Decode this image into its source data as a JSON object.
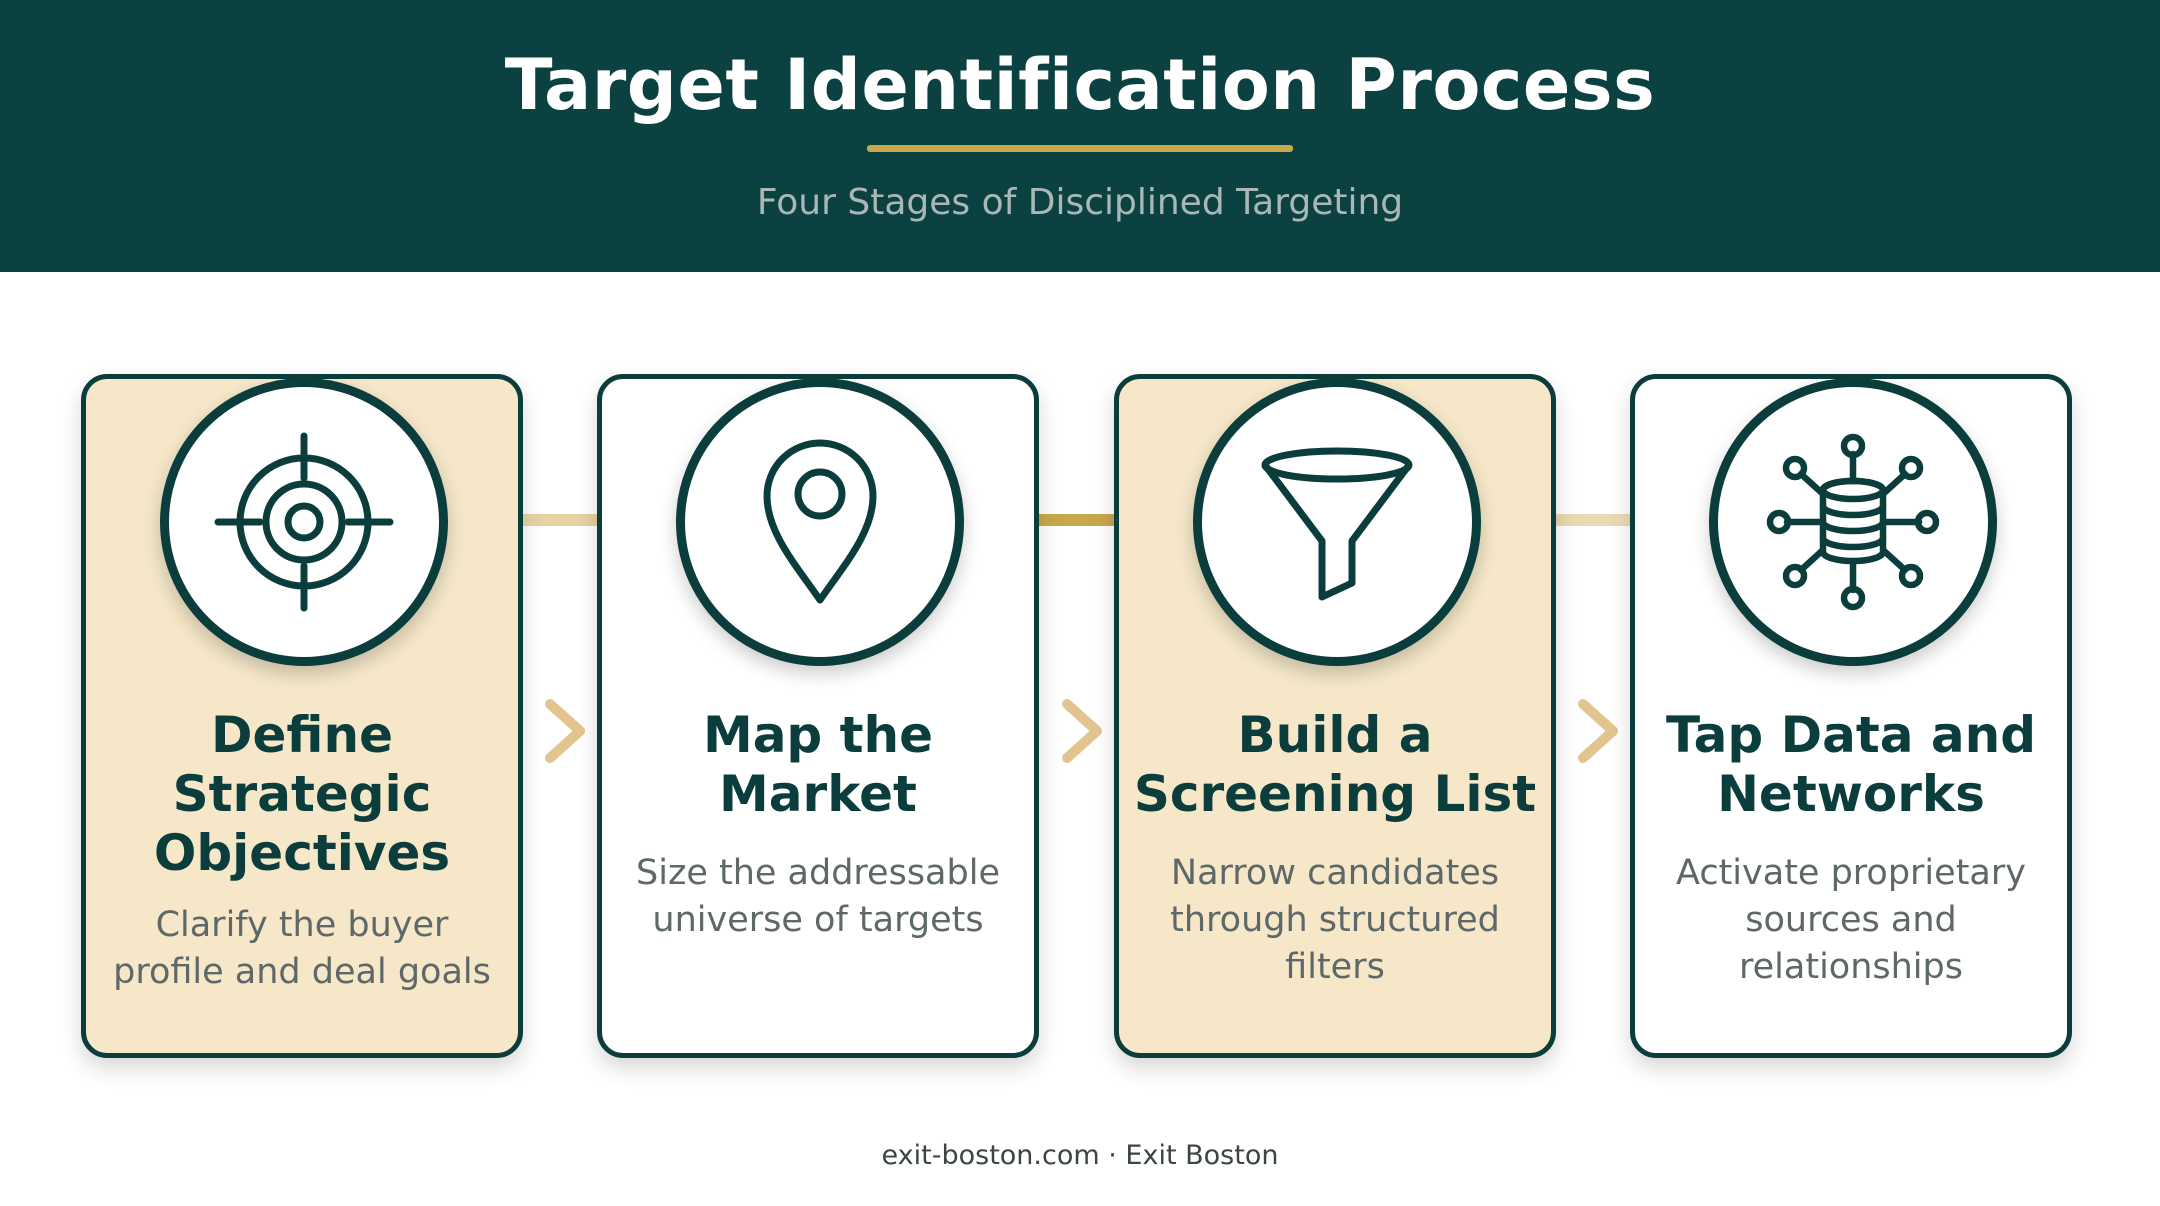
{
  "header": {
    "title": "Target Identification Process",
    "subtitle": "Four Stages of Disciplined Targeting"
  },
  "colors": {
    "header_bg": "#0b4141",
    "accent_gold": "#c9a84c",
    "card_tan": "#f5e7c8",
    "dark_teal": "#0b3d3c"
  },
  "stages": [
    {
      "title": "Define Strategic Objectives",
      "title_lines": [
        "Define",
        "Strategic",
        "Objectives"
      ],
      "desc_lines": [
        "Clarify the buyer",
        "profile and deal goals"
      ],
      "icon": "target-icon"
    },
    {
      "title": "Map the Market",
      "title_lines": [
        "Map the",
        "Market"
      ],
      "desc_lines": [
        "Size the addressable",
        "universe of targets"
      ],
      "icon": "map-pin-icon"
    },
    {
      "title": "Build a Screening List",
      "title_lines": [
        "Build a",
        "Screening List"
      ],
      "desc_lines": [
        "Narrow candidates",
        "through structured",
        "filters"
      ],
      "icon": "funnel-icon"
    },
    {
      "title": "Tap Data and Networks",
      "title_lines": [
        "Tap Data and",
        "Networks"
      ],
      "desc_lines": [
        "Activate proprietary",
        "sources and",
        "relationships"
      ],
      "icon": "database-network-icon"
    }
  ],
  "footer": "exit-boston.com · Exit Boston"
}
